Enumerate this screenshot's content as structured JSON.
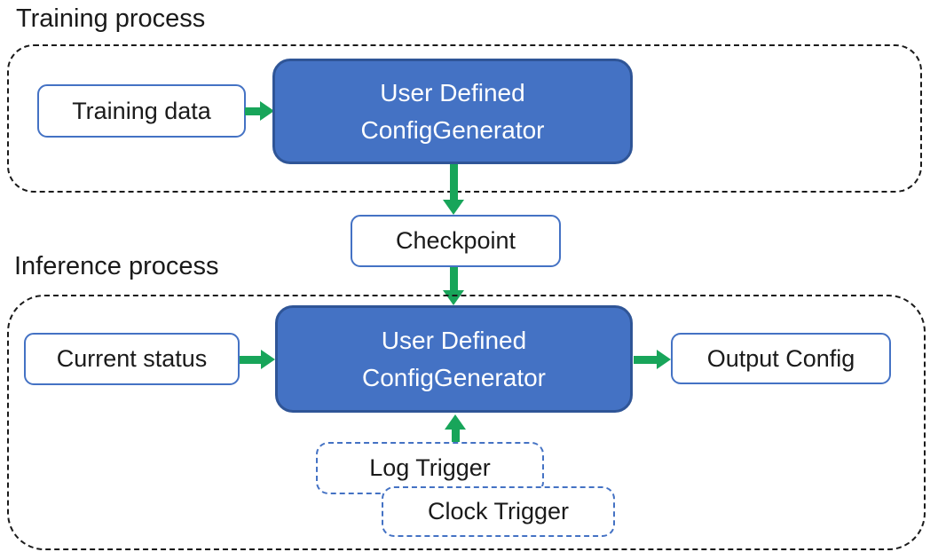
{
  "training": {
    "label": "Training process",
    "data_box": "Training data",
    "generator": {
      "line1": "User Defined",
      "line2": "ConfigGenerator"
    }
  },
  "checkpoint": {
    "label": "Checkpoint"
  },
  "inference": {
    "label": "Inference process",
    "status_box": "Current status",
    "generator": {
      "line1": "User Defined",
      "line2": "ConfigGenerator"
    },
    "output_box": "Output Config",
    "triggers": {
      "log": "Log Trigger",
      "clock": "Clock Trigger"
    }
  },
  "colors": {
    "node_fill": "#4472C4",
    "node_border": "#2F5597",
    "white_box_border": "#4472C4",
    "trigger_border": "#4472C4",
    "arrow_green": "#18A55A",
    "container_dash": "#1a1a1a",
    "text_dark": "#1a1a1a",
    "text_light": "#ffffff"
  }
}
